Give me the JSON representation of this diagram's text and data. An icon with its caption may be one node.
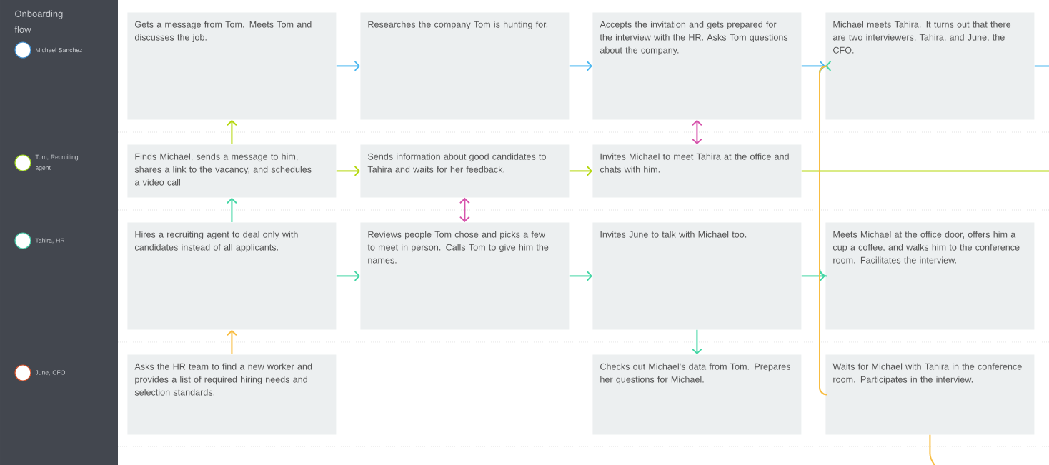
{
  "diagram": {
    "title": "Onboarding flow",
    "nodes": [
      {
        "text": [
          "Gets a message from Tom. Meets Tom and discusses the job."
        ]
      },
      {
        "text": [
          "Researches the company Tom is hunting for."
        ]
      },
      {
        "text": [
          "Accepts the invitation and gets prepared for the interview with the HR. Asks Tom questions about the company."
        ]
      },
      {
        "text": [
          "Michael meets Tahira. It turns out that there are two interviewers, Tahira, and June, the CFO."
        ]
      },
      {
        "text": [
          "Finds Michael, sends a message to him, shares a link to the vacancy, and schedules a video call"
        ]
      },
      {
        "text": [
          "Sends information about good candidates to Tahira and waits for her feedback."
        ]
      },
      {
        "text": [
          "Invites Michael to meet Tahira at the office and chats with him."
        ]
      },
      {
        "text": [
          "Hires a recruiting agent to deal only with candidates instead of all applicants."
        ]
      },
      {
        "text": [
          "Reviews people Tom chose and picks a few to meet in person. Calls Tom to give him the names."
        ]
      },
      {
        "text": [
          "Invites June to talk with Michael too."
        ]
      },
      {
        "text": [
          "Meets Michael at the office door, offers him a cup a coffee, and walks him to the conference room. Facilitates the interview."
        ]
      },
      {
        "text": [
          "Asks the HR team to find a new worker and provides a list of required hiring needs and selection standards."
        ]
      },
      {
        "text": [
          "Checks out Michael's data from Tom. Prepares her questions for Michael."
        ]
      },
      {
        "text": [
          "Waits for Michael with Tahira in the conference room. Participates in the interview."
        ]
      }
    ],
    "edges": [
      {
        "from": 0,
        "to": 1,
        "arrow": "to",
        "color": "#4db8f0"
      },
      {
        "from": 1,
        "to": 2,
        "arrow": "to",
        "color": "#4db8f0"
      },
      {
        "from": 2,
        "to": 3,
        "arrow": "to",
        "color": "#4db8f0"
      },
      {
        "from": 3,
        "to": null,
        "arrow": "none",
        "color": "#4db8f0"
      },
      {
        "from": 4,
        "to": 0,
        "arrow": "to",
        "color": "#b5d70f"
      },
      {
        "from": 4,
        "to": 5,
        "arrow": "to",
        "color": "#b5d70f"
      },
      {
        "from": 5,
        "to": 6,
        "arrow": "to",
        "color": "#b5d70f"
      },
      {
        "from": 6,
        "to": null,
        "arrow": "none",
        "color": "#b5d70f"
      },
      {
        "from": 2,
        "to": 6,
        "arrow": "both",
        "color": "#d654ac"
      },
      {
        "from": 5,
        "to": 8,
        "arrow": "both",
        "color": "#d654ac"
      },
      {
        "from": 7,
        "to": 4,
        "arrow": "to",
        "color": "#45d6a5"
      },
      {
        "from": 7,
        "to": 8,
        "arrow": "to",
        "color": "#45d6a5"
      },
      {
        "from": 8,
        "to": 9,
        "arrow": "to",
        "color": "#45d6a5"
      },
      {
        "from": 9,
        "to": 10,
        "arrow": "to",
        "color": "#45d6a5"
      },
      {
        "from": 9,
        "to": 12,
        "arrow": "to",
        "color": "#45d6a5"
      },
      {
        "from": 10,
        "to": 3,
        "arrow": "to",
        "color": "#45d6a5"
      },
      {
        "from": 11,
        "to": 7,
        "arrow": "to",
        "color": "#f8bd42"
      },
      {
        "from": 13,
        "to": 3,
        "arrow": "none",
        "color": "#f8bd42"
      },
      {
        "from": 13,
        "to": null,
        "arrow": "none",
        "color": "#f8bd42"
      }
    ],
    "labels": [
      "Michael Sanchez",
      "Tom, Recruiting agent",
      "Tahira, HR",
      "June, CFO"
    ]
  }
}
